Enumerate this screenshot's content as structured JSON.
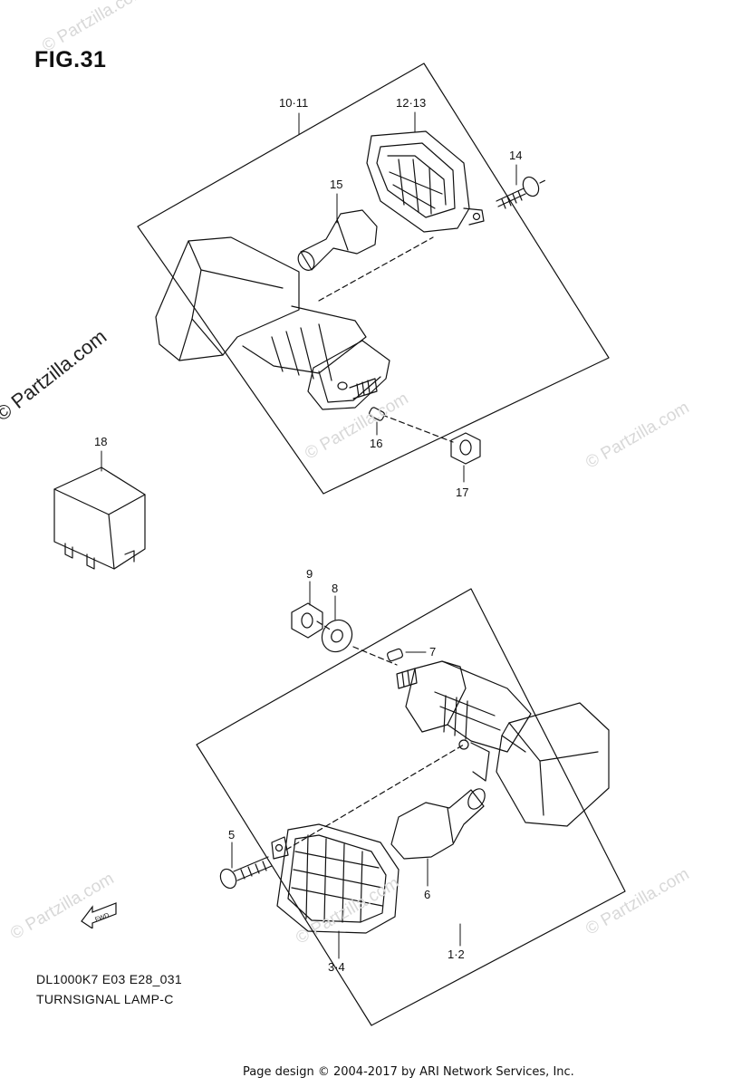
{
  "figure": {
    "title": "FIG.31",
    "code": "DL1000K7 E03 E28_031",
    "name": "TURNSIGNAL LAMP-C"
  },
  "credit": "Page design © 2004-2017 by ARI Network Services, Inc.",
  "watermark": {
    "side": "© Partzilla.com",
    "light": "© Partzilla.com"
  },
  "arrow_label": "FWD",
  "callouts": {
    "c10_11": "10·11",
    "c12_13": "12·13",
    "c14": "14",
    "c15": "15",
    "c16": "16",
    "c17": "17",
    "c18": "18",
    "c9": "9",
    "c8": "8",
    "c7": "7",
    "c5": "5",
    "c6": "6",
    "c3_4": "3·4",
    "c1_2": "1·2"
  },
  "colors": {
    "line": "#111111",
    "watermark": "#d8d8d8"
  }
}
